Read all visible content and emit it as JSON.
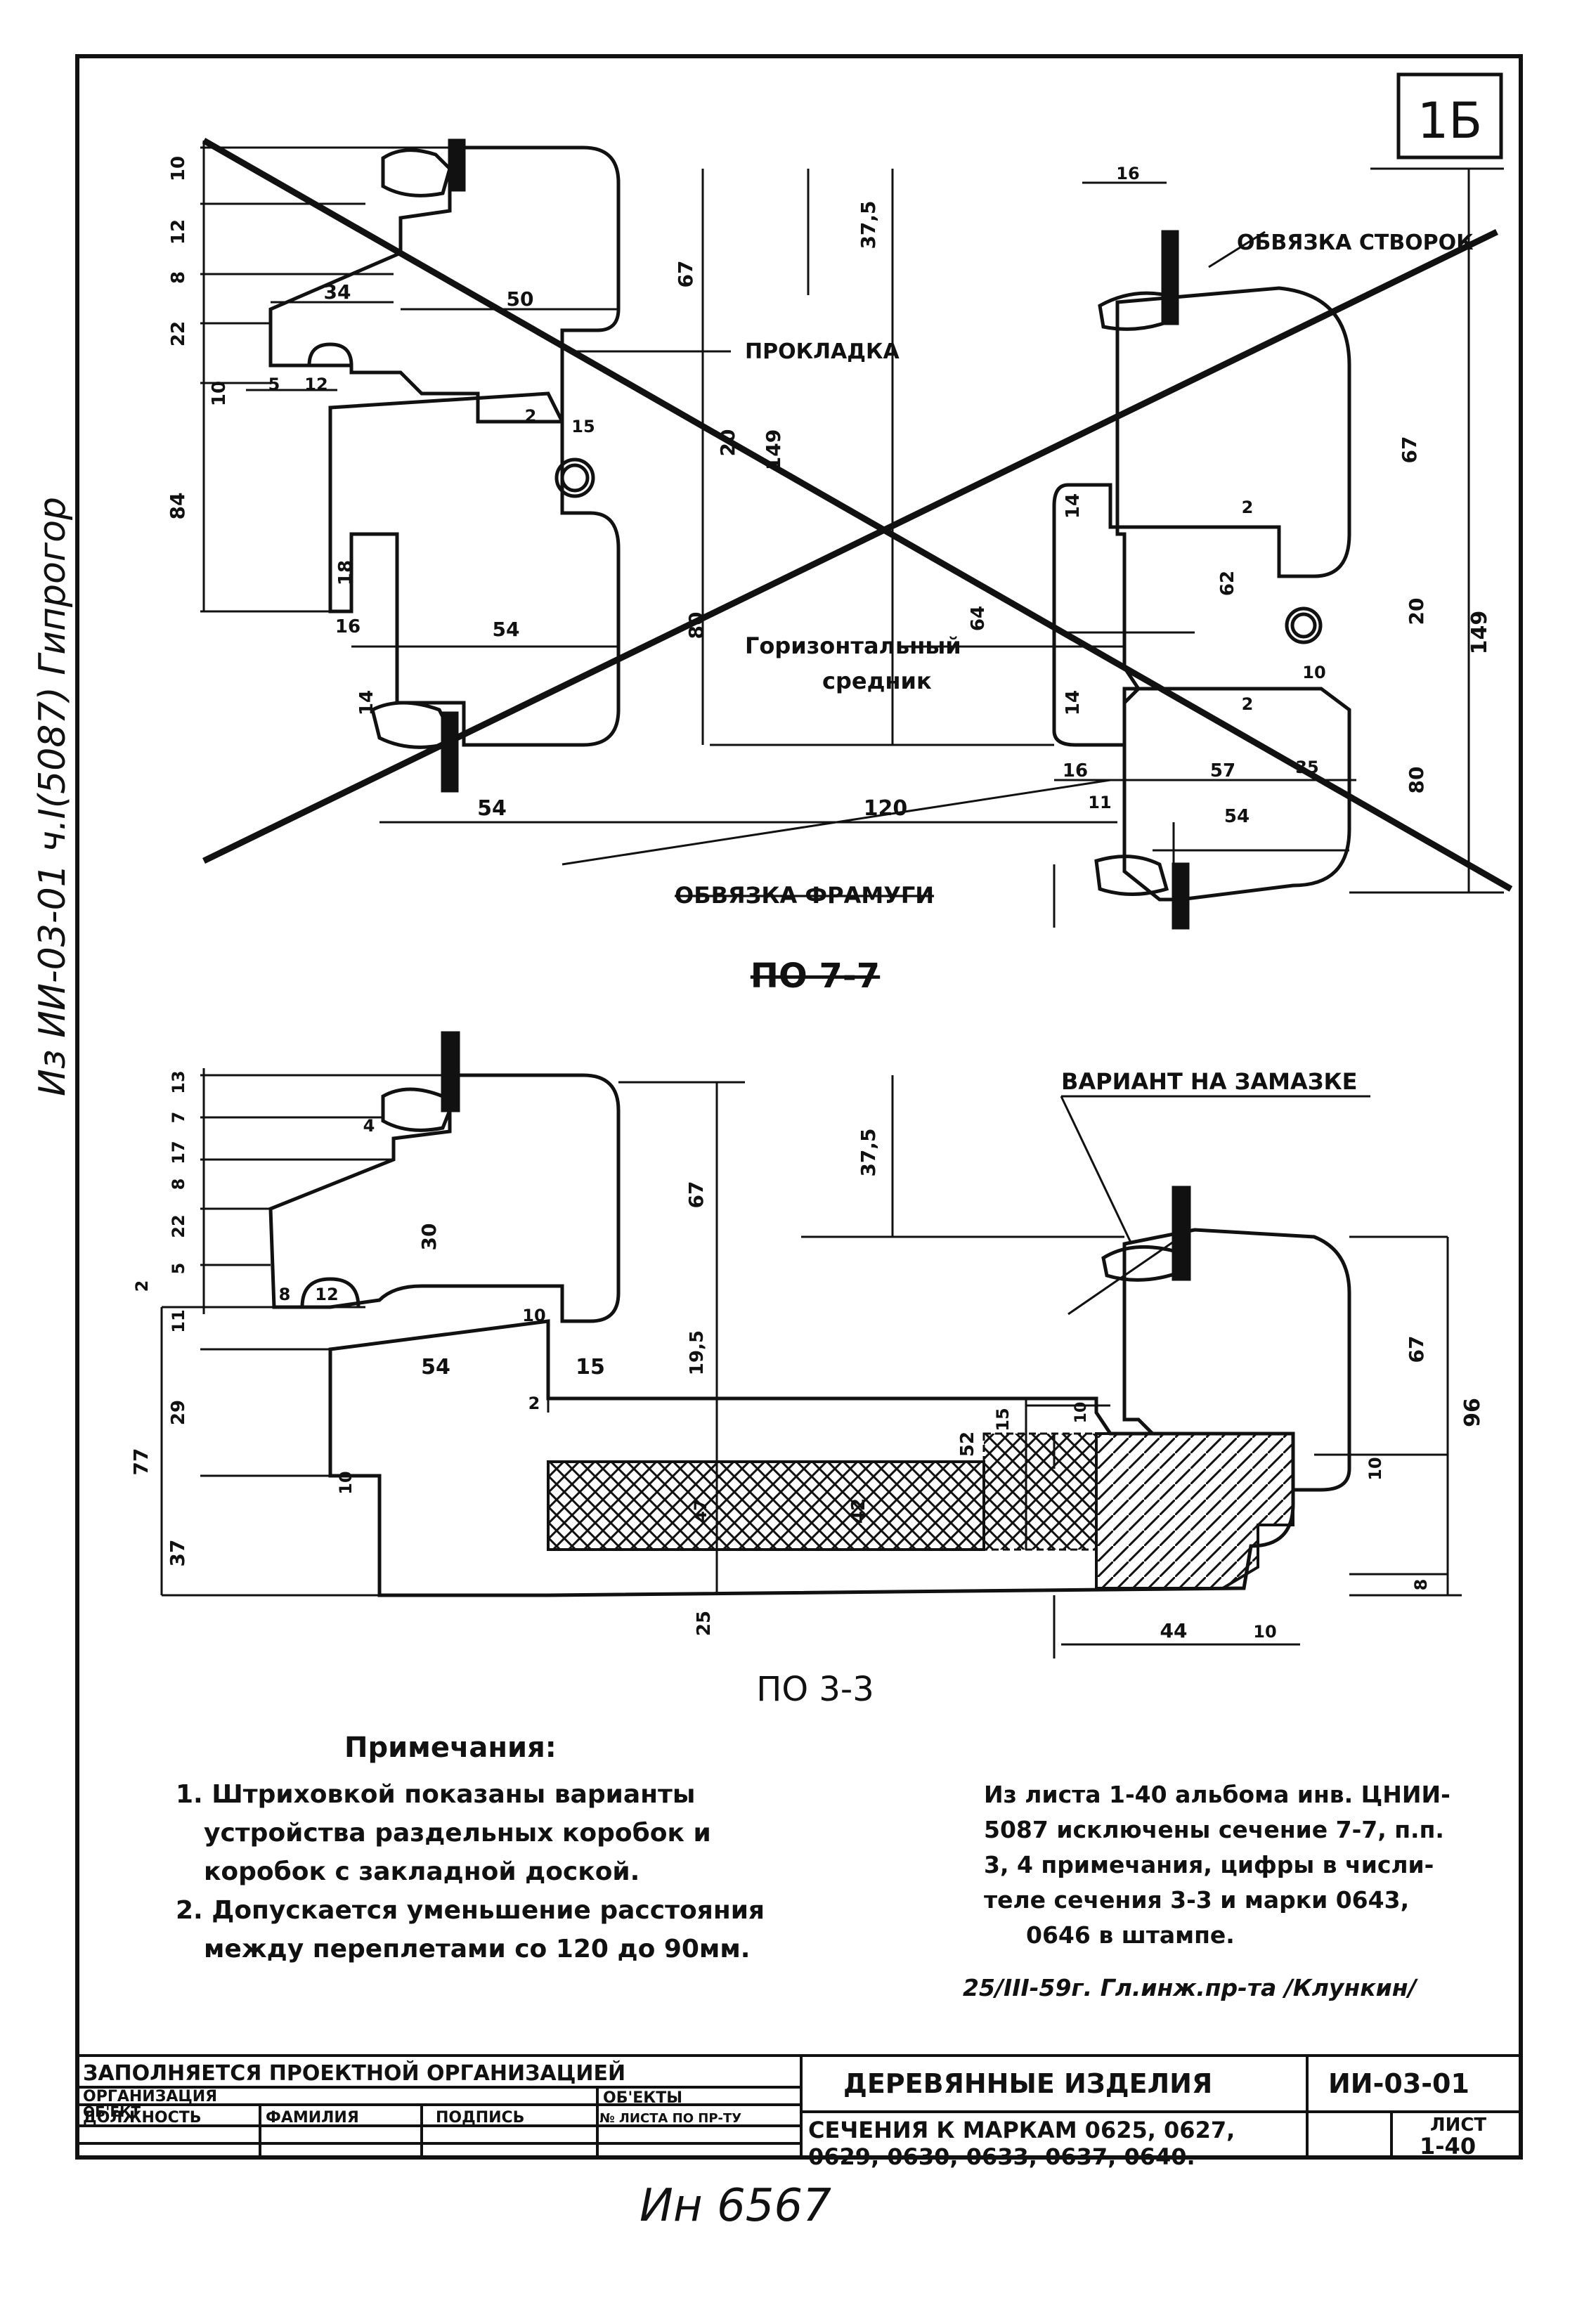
{
  "side_note": "Из ИИ-03-01 ч.Ⅰ(5087) Гипрогор",
  "corner_stamp": "1Б",
  "bottom_handwriting": "Ин 6567",
  "section_77": {
    "caption": "ПО 7-7",
    "labels": {
      "prokladka": "ПРОКЛАДКА",
      "obvyazka_stvorok": "ОБВЯЗКА СТВОРОК",
      "obvyazka_framugi": "ОБВЯЗКА ФРАМУГИ",
      "srednik_1": "Горизонтальный",
      "srednik_2": "средник"
    },
    "dims_left": {
      "d10": "10",
      "d12": "12",
      "d8": "8",
      "d22": "22",
      "d10b": "10",
      "d84": "84"
    },
    "dims": {
      "d34": "34",
      "d50": "50",
      "d5": "5",
      "d12": "12",
      "d2": "2",
      "d15": "15",
      "d18": "18",
      "d16": "16",
      "d54": "54",
      "d14": "14",
      "d120": "120",
      "d67": "67",
      "d37_5": "37,5",
      "d149": "149",
      "d20": "20",
      "d80": "80",
      "d64": "64",
      "d16r": "16",
      "d62": "62",
      "d14r": "14",
      "d14r2": "14",
      "d2r": "2",
      "d10r": "10",
      "d57": "57",
      "d54r": "54",
      "d16r2": "16",
      "d11": "11",
      "d67r": "67",
      "d20r": "20",
      "d149r": "149",
      "d80r": "80",
      "d2r2": "2",
      "d35": "35"
    }
  },
  "section_33": {
    "caption": "ПО 3-3",
    "label_variant": "ВАРИАНТ НА ЗАМАЗКЕ",
    "dims_left": {
      "d13": "13",
      "d7": "7",
      "d17": "17",
      "d8": "8",
      "d22": "22",
      "d5": "5",
      "d2": "2",
      "d11": "11",
      "d29": "29",
      "d77": "77",
      "d37": "37"
    },
    "dims": {
      "d4": "4",
      "d8": "8",
      "d12": "12",
      "d30": "30",
      "d10": "10",
      "d54": "54",
      "d15": "15",
      "d19_5": "19,5",
      "d2": "2",
      "d10b": "10",
      "d67": "67",
      "d37_5": "37,5",
      "d25": "25",
      "d47": "47",
      "d52": "52",
      "d42": "42",
      "d15b": "15",
      "d10c": "10",
      "d67r": "67",
      "d96": "96",
      "d10r": "10",
      "d8r": "8",
      "d44": "44",
      "d10r2": "10"
    }
  },
  "notes": {
    "title": "Примечания:",
    "items": [
      "1. Штриховкой показаны варианты",
      "устройства раздельных коробок и",
      "коробок с закладной доской.",
      "2. Допускается уменьшение расстояния",
      "между переплетами со 120 до 90мм."
    ]
  },
  "revision_note": {
    "lines": [
      "Из листа 1-40 альбома инв. ЦНИИ-",
      "5087 исключены сечение 7-7, п.п.",
      "3, 4 примечания, цифры в числи-",
      "теле сечения 3-3 и марки 0643,",
      "0646 в штампе."
    ],
    "signature": "25/III-59г. Гл.инж.пр-та /Клункин/"
  },
  "title_block": {
    "fill_note": "ЗАПОЛНЯЕТСЯ ПРОЕКТНОЙ ОРГАНИЗАЦИЕЙ",
    "organization": "ОРГАНИЗАЦИЯ",
    "object_left": "ОБ'ЕКТ",
    "object_right": "ОБ'ЕКТЫ",
    "col_position": "ДОЛЖНОСТЬ",
    "col_surname": "ФАМИЛИЯ",
    "col_signature": "ПОДПИСЬ",
    "col_sheet_no": "№ ЛИСТА ПО ПР-ТУ",
    "product": "ДЕРЕВЯННЫЕ ИЗДЕЛИЯ",
    "code": "ИИ-03-01",
    "description_1": "СЕЧЕНИЯ К МАРКАМ 0625, 0627,",
    "description_2": "0629, 0630, 0633, 0637, 0640.",
    "sheet_label": "ЛИСТ",
    "sheet_no": "1-40"
  }
}
